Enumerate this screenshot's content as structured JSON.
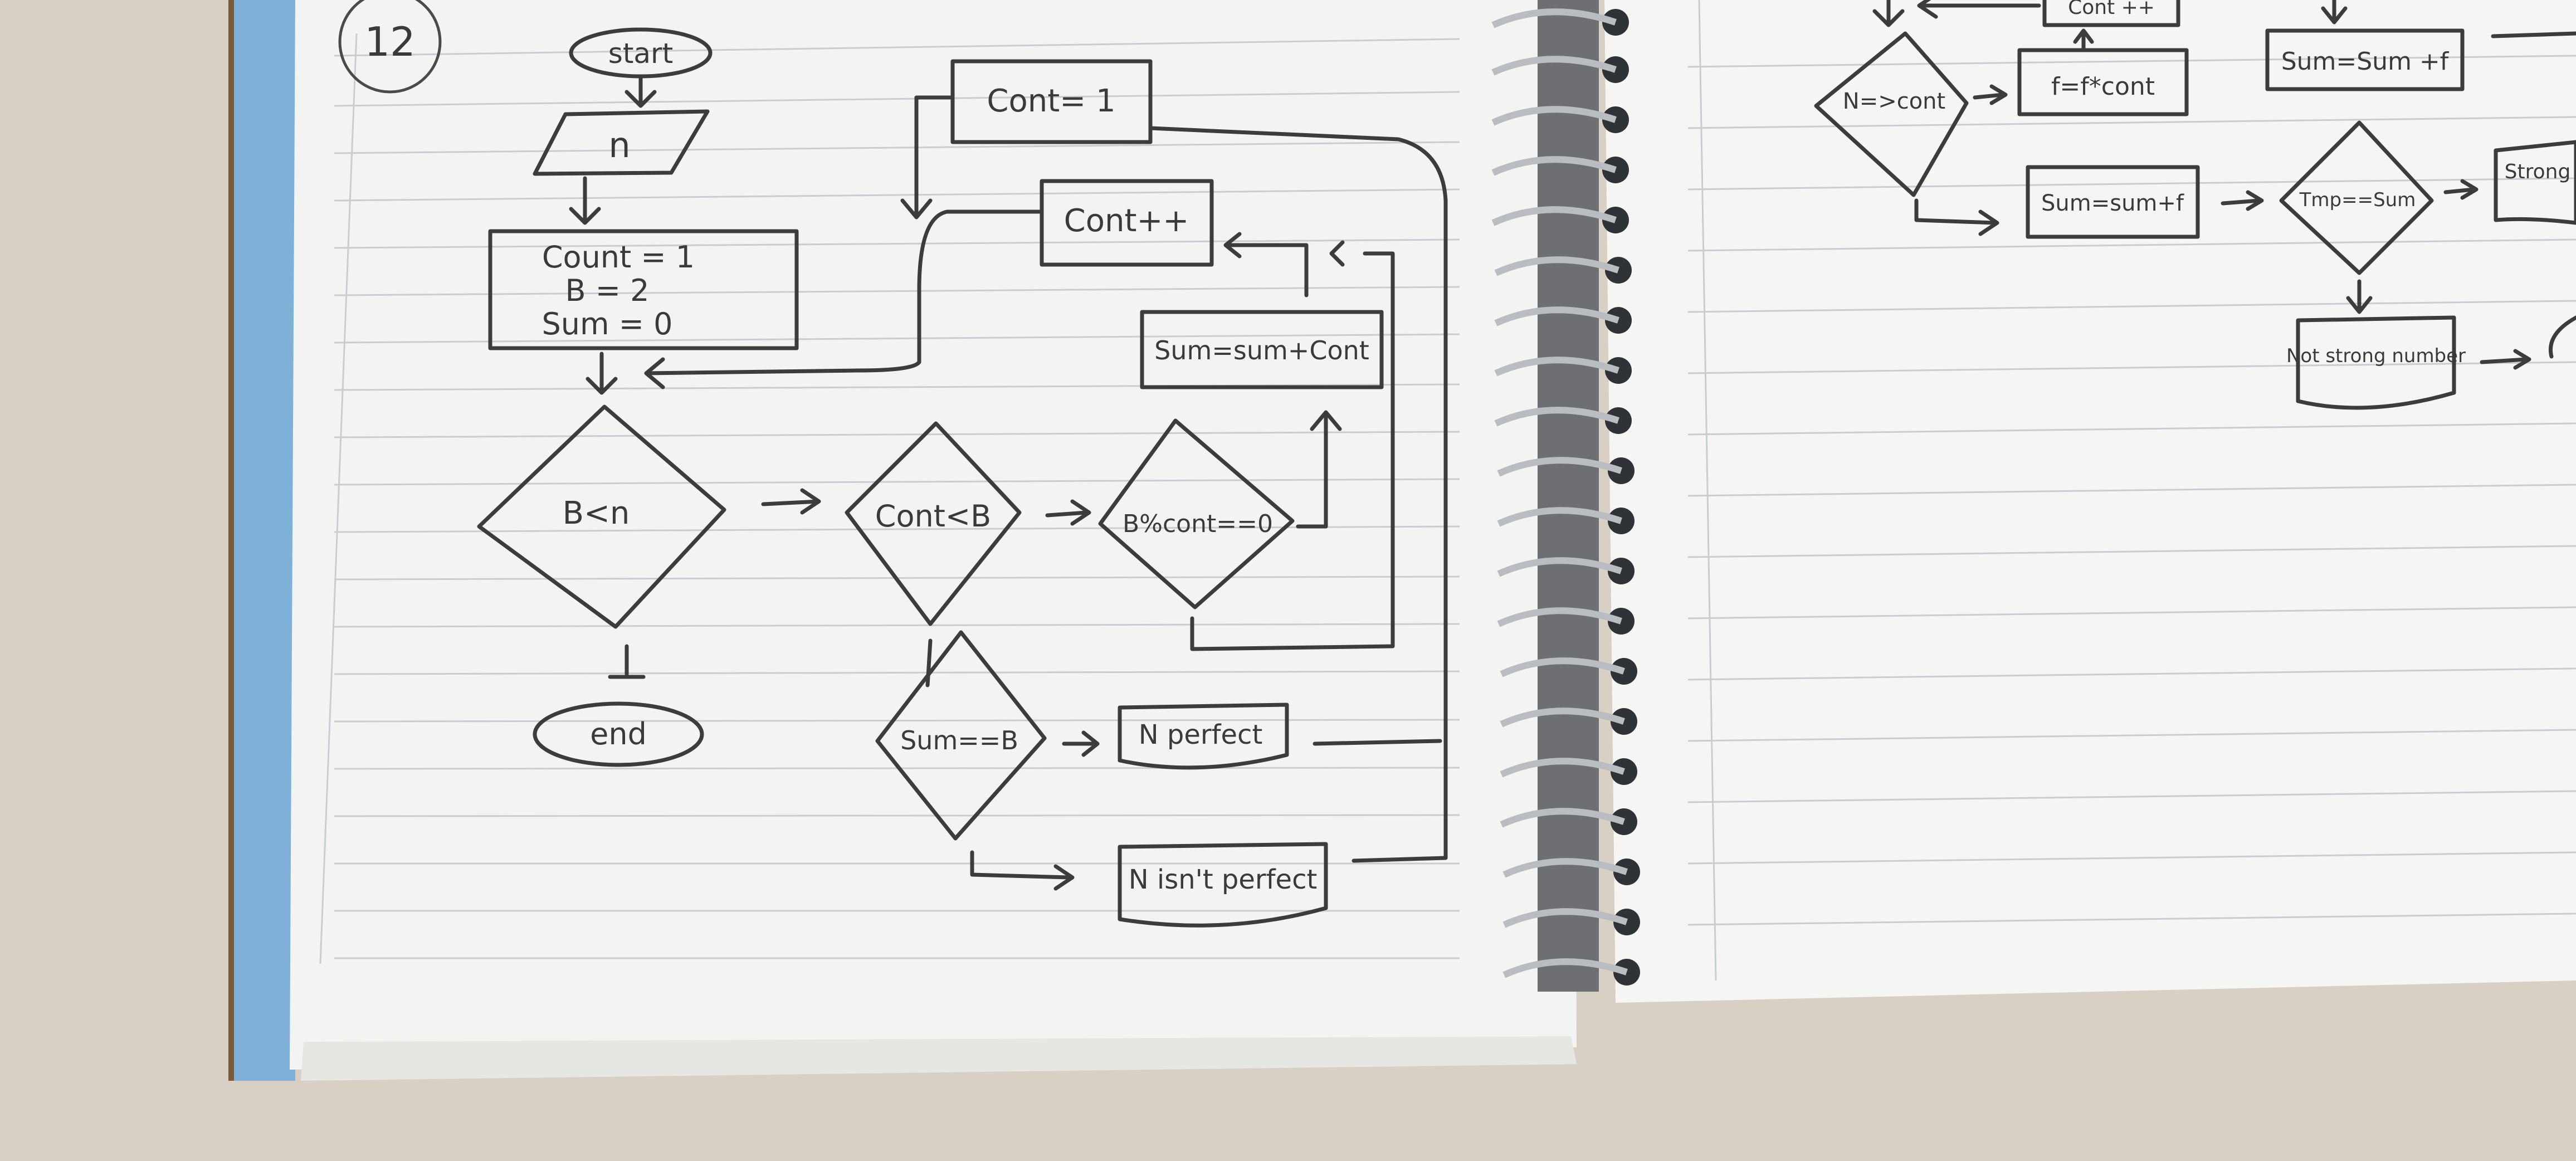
{
  "page_number": "12",
  "left_page": {
    "start": "start",
    "input": "n",
    "init": [
      "Count = 1",
      "B = 2",
      "Sum = 0"
    ],
    "cond_b_lt_n": "B<n",
    "end": "end",
    "cont_eq_1": "Cont= 1",
    "cont_inc": "Cont++",
    "cond_cont_lt_b": "Cont<B",
    "cond_mod": "B%cont==0",
    "sum_update": "Sum=sum+Cont",
    "cond_sum_eq_b": "Sum==B",
    "out_perfect": "N perfect",
    "out_not_perfect": "N isn't perfect"
  },
  "right_page": {
    "top_box": "Cont ++",
    "cond_n": "N=>cont",
    "f_update": "f=f*cont",
    "sum_update_top": "Sum=Sum +f",
    "sum_update_mid": "Sum=sum+f",
    "cond_tmp": "Tmp==Sum",
    "out_strong": "Strong",
    "out_not_strong": "Not strong number"
  },
  "colors": {
    "ink": "#3c3c3c",
    "paper": "#f4f4f2",
    "rule": "#c9cdd2",
    "cover_blue": "#7fb0d8"
  }
}
